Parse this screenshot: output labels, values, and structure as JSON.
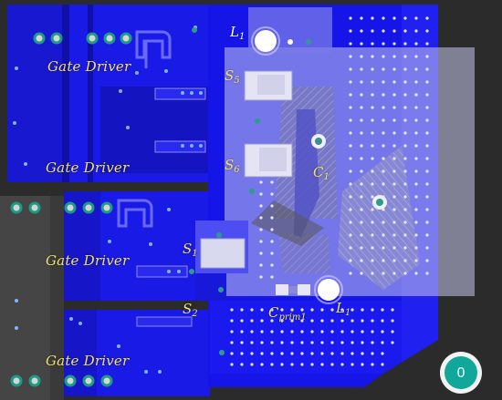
{
  "labels": {
    "gate_driver_1": "Gate Driver",
    "gate_driver_2": "Gate Driver",
    "gate_driver_3": "Gate Driver",
    "gate_driver_4": "Gate Driver",
    "s5_main": "S",
    "s5_sub": "5",
    "s6_main": "S",
    "s6_sub": "6",
    "s1_main": "S",
    "s1_sub": "1",
    "s2_main": "S",
    "s2_sub": "2",
    "c1_main": "C",
    "c1_sub": "1",
    "cprim_main": "C",
    "cprim_sub": "prim1",
    "l1_top_main": "L",
    "l1_top_sub": "1",
    "l1_bottom_main": "L",
    "l1_bottom_sub": "1"
  },
  "badge": {
    "value": "0"
  },
  "colors": {
    "board": "#2b2b2b",
    "copper_blue": "#1414e0",
    "copper_light": "#4d4dff",
    "overlay": "#c8c8f0",
    "label_yellow": "#f0e26a",
    "badge_teal": "#11a79a"
  }
}
